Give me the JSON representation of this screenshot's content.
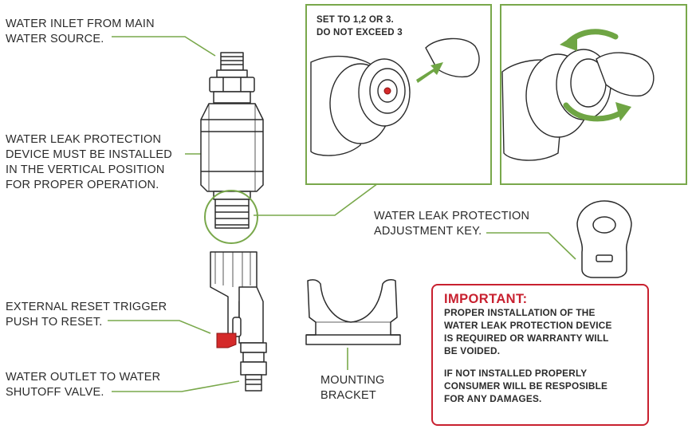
{
  "labels": {
    "inlet": [
      "WATER INLET FROM MAIN",
      "WATER SOURCE."
    ],
    "vertical": [
      "WATER LEAK PROTECTION",
      "DEVICE MUST BE INSTALLED",
      "IN THE VERTICAL POSITION",
      "FOR PROPER OPERATION."
    ],
    "reset": [
      "EXTERNAL RESET TRIGGER",
      "PUSH TO RESET."
    ],
    "outlet": [
      "WATER OUTLET TO WATER",
      "SHUTOFF VALVE."
    ],
    "key": [
      "WATER LEAK PROTECTION",
      "ADJUSTMENT KEY."
    ],
    "bracket": [
      "MOUNTING",
      "BRACKET"
    ]
  },
  "panel_setting": [
    "SET TO 1,2 OR 3.",
    "DO NOT EXCEED 3"
  ],
  "important": {
    "title": "IMPORTANT:",
    "para1": [
      "PROPER INSTALLATION OF THE",
      "WATER LEAK PROTECTION DEVICE",
      "IS REQUIRED OR WARRANTY WILL",
      "BE VOIDED."
    ],
    "para2": [
      "IF NOT INSTALLED PROPERLY",
      "CONSUMER WILL BE RESPOSIBLE",
      "FOR ANY DAMAGES."
    ]
  },
  "colors": {
    "leader": "#79a84b",
    "accent_green": "#6fa544",
    "warning_red": "#c8202f",
    "trigger_red": "#d42a2a",
    "outline": "#2b2b2b"
  }
}
